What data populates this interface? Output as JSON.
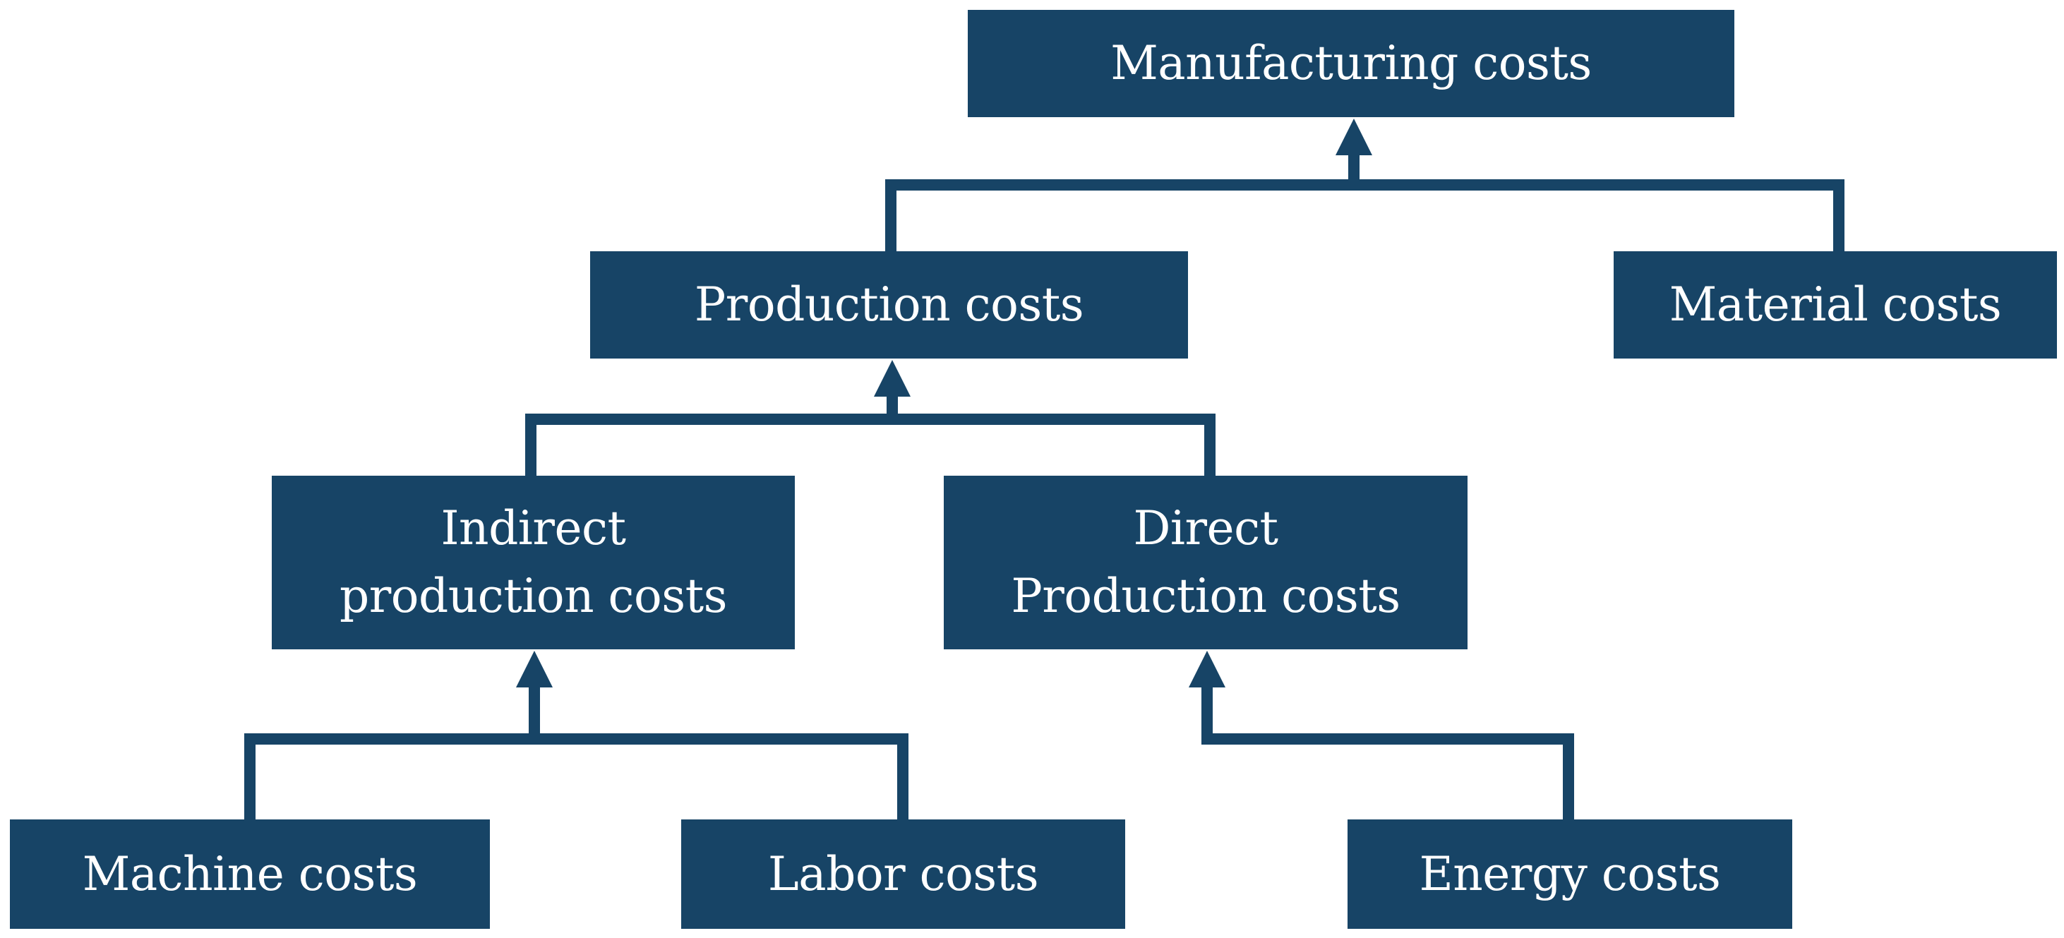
{
  "nodes": {
    "manufacturing": {
      "lines": [
        "Manufacturing costs"
      ]
    },
    "production": {
      "lines": [
        "Production costs"
      ]
    },
    "material": {
      "lines": [
        "Material costs"
      ]
    },
    "indirect": {
      "lines": [
        "Indirect",
        "production costs"
      ]
    },
    "direct": {
      "lines": [
        "Direct",
        "Production costs"
      ]
    },
    "machine": {
      "lines": [
        "Machine costs"
      ]
    },
    "labor": {
      "lines": [
        "Labor costs"
      ]
    },
    "energy": {
      "lines": [
        "Energy costs"
      ]
    }
  },
  "edges": [
    {
      "from": [
        "production",
        "material"
      ],
      "to": "manufacturing"
    },
    {
      "from": [
        "indirect",
        "direct"
      ],
      "to": "production"
    },
    {
      "from": [
        "machine",
        "labor"
      ],
      "to": "indirect"
    },
    {
      "from": [
        "energy"
      ],
      "to": "direct"
    }
  ],
  "colors": {
    "box_fill": "#174466",
    "box_text": "#ffffff",
    "connector": "#174466",
    "background": "#ffffff"
  }
}
